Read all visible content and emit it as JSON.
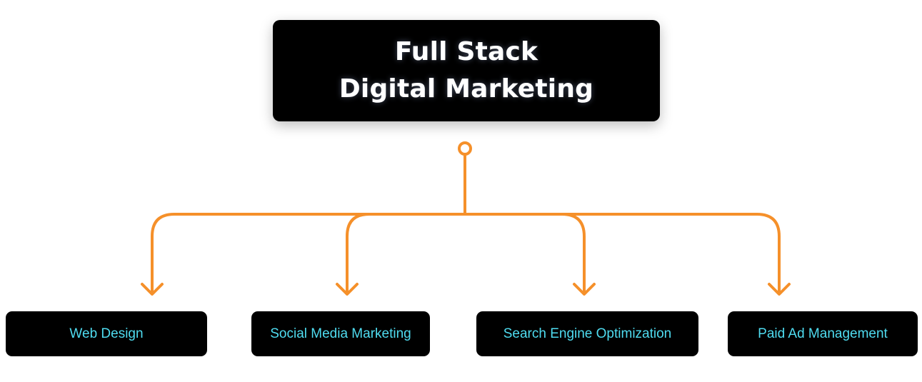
{
  "root": {
    "title_line1": "Full Stack",
    "title_line2": "Digital Marketing"
  },
  "children": [
    {
      "label": "Web Design"
    },
    {
      "label": "Social Media Marketing"
    },
    {
      "label": "Search Engine Optimization"
    },
    {
      "label": "Paid Ad Management"
    }
  ],
  "colors": {
    "box_background": "#000000",
    "root_text": "#ffffff",
    "child_text": "#4fdcf0",
    "connector": "#f5902a"
  }
}
